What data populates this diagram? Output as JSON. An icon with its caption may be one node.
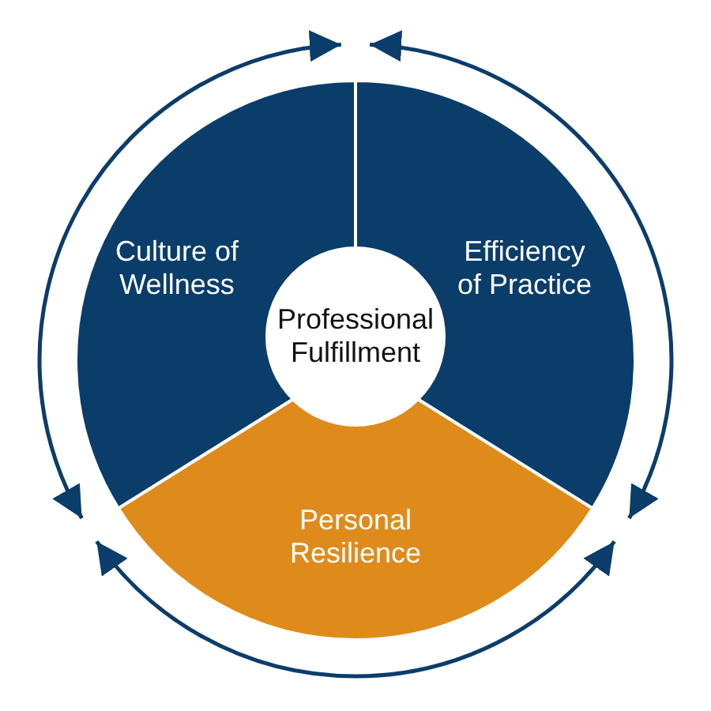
{
  "diagram": {
    "nodes": [
      {
        "text": [
          "Culture of Wellness"
        ]
      },
      {
        "text": [
          "Efficiency of Practice"
        ]
      },
      {
        "text": [
          "Personal Resilience"
        ]
      },
      {
        "text": [
          "Professional Fulfillment"
        ]
      }
    ]
  }
}
